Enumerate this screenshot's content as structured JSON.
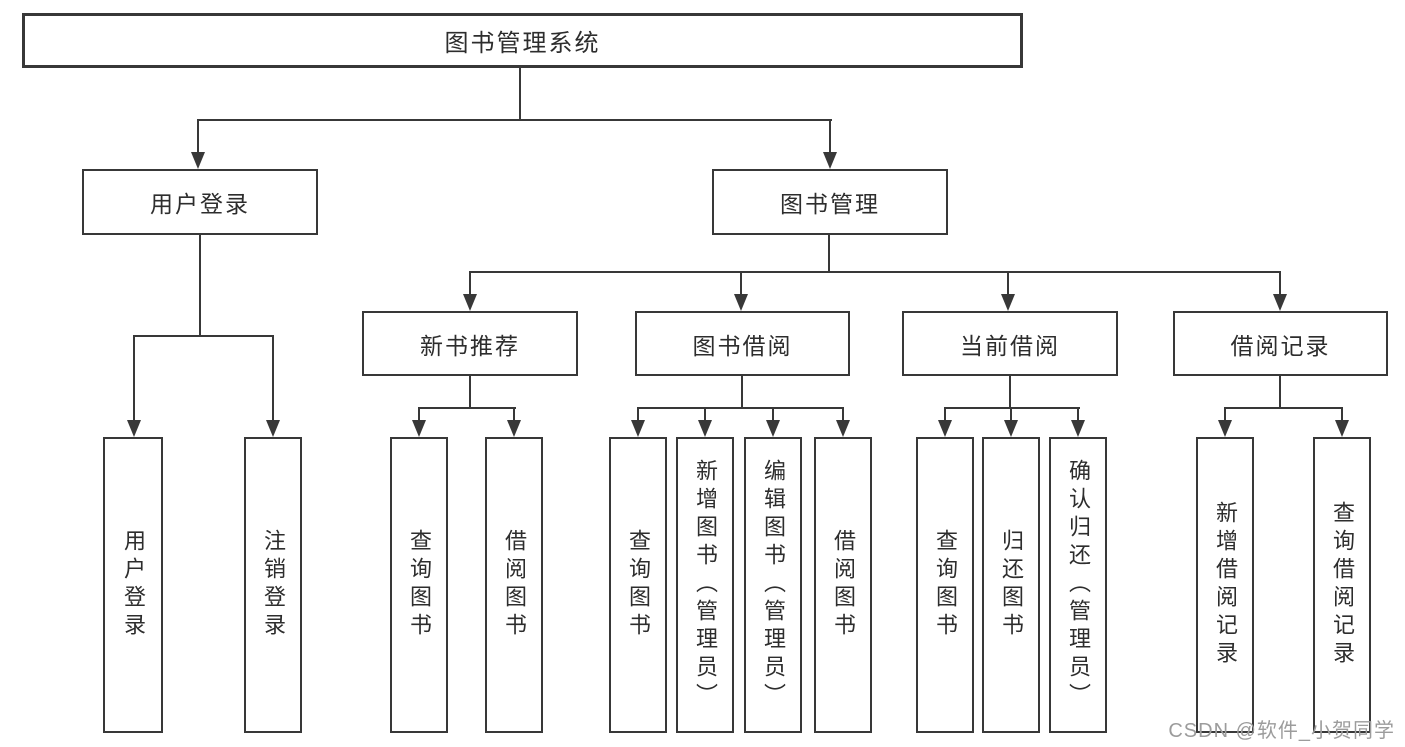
{
  "diagram_type": "hierarchy-tree",
  "colors": {
    "line": "#383838",
    "box_background": "#ffffff",
    "text": "#2d2d2d",
    "watermark": "#9c9c9c"
  },
  "tree": {
    "label": "图书管理系统",
    "children": [
      {
        "label": "用户登录",
        "children": [
          {
            "label": "用户登录"
          },
          {
            "label": "注销登录"
          }
        ]
      },
      {
        "label": "图书管理",
        "children": [
          {
            "label": "新书推荐",
            "children": [
              {
                "label": "查询图书"
              },
              {
                "label": "借阅图书"
              }
            ]
          },
          {
            "label": "图书借阅",
            "children": [
              {
                "label": "查询图书"
              },
              {
                "label": "新增图书（管理员）"
              },
              {
                "label": "编辑图书（管理员）"
              },
              {
                "label": "借阅图书"
              }
            ]
          },
          {
            "label": "当前借阅",
            "children": [
              {
                "label": "查询图书"
              },
              {
                "label": "归还图书"
              },
              {
                "label": "确认归还（管理员）"
              }
            ]
          },
          {
            "label": "借阅记录",
            "children": [
              {
                "label": "新增借阅记录"
              },
              {
                "label": "查询借阅记录"
              }
            ]
          }
        ]
      }
    ]
  },
  "watermark": {
    "text": "CSDN @软件_小贺同学"
  }
}
